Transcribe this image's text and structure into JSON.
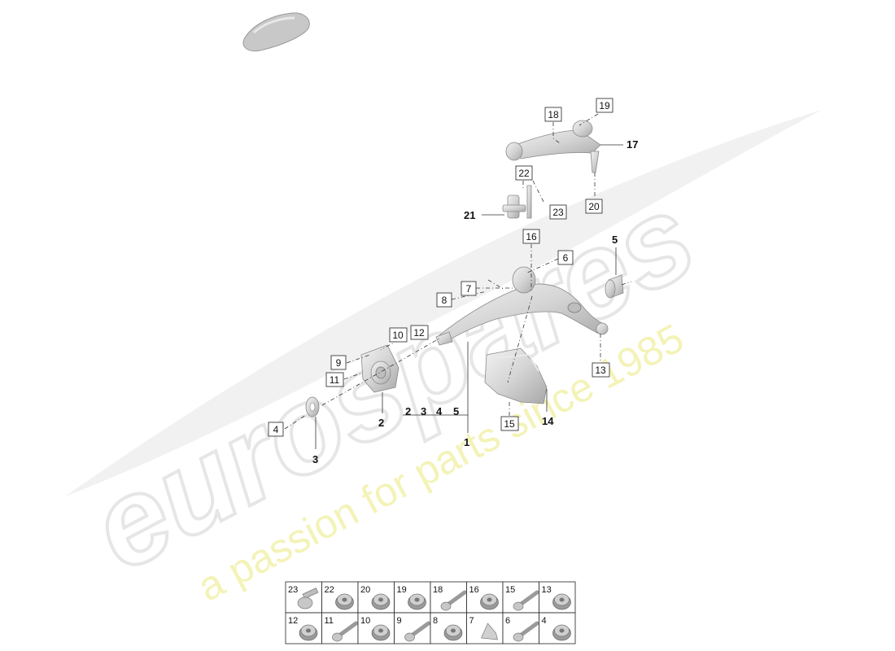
{
  "watermark": {
    "brand": "eurospares",
    "tagline": "a passion for parts since 1985"
  },
  "callouts": {
    "c1": "1",
    "c2": "2",
    "c3": "3",
    "c4": "4",
    "c5": "5",
    "c6": "6",
    "c7": "7",
    "c8": "8",
    "c9": "9",
    "c10": "10",
    "c11": "11",
    "c12": "12",
    "c13": "13",
    "c14": "14",
    "c15": "15",
    "c16": "16",
    "c17": "17",
    "c18": "18",
    "c19": "19",
    "c20": "20",
    "c21": "21",
    "c22": "22",
    "c23": "23"
  },
  "kit_group": {
    "n2": "2",
    "n3": "3",
    "n4": "4",
    "n5": "5"
  },
  "hardware_grid": {
    "row1": [
      "23",
      "22",
      "20",
      "19",
      "18",
      "16",
      "15",
      "13"
    ],
    "row2": [
      "12",
      "11",
      "10",
      "9",
      "8",
      "7",
      "6",
      "4"
    ]
  }
}
